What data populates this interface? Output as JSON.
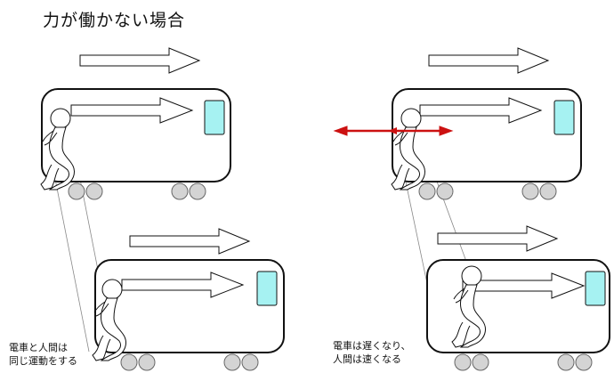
{
  "title": "力が働かない場合",
  "left_caption": {
    "line1": "電車と人間は",
    "line2": "同じ運動をする"
  },
  "right_caption": {
    "line1": "電車は遅くなり、",
    "line2": "人間は速くなる"
  },
  "colors": {
    "window": "#a6f2f2",
    "force_arrow": "#cc1111",
    "line": "#111111",
    "wheel": "#d4d4d4",
    "guide": "#888888"
  }
}
